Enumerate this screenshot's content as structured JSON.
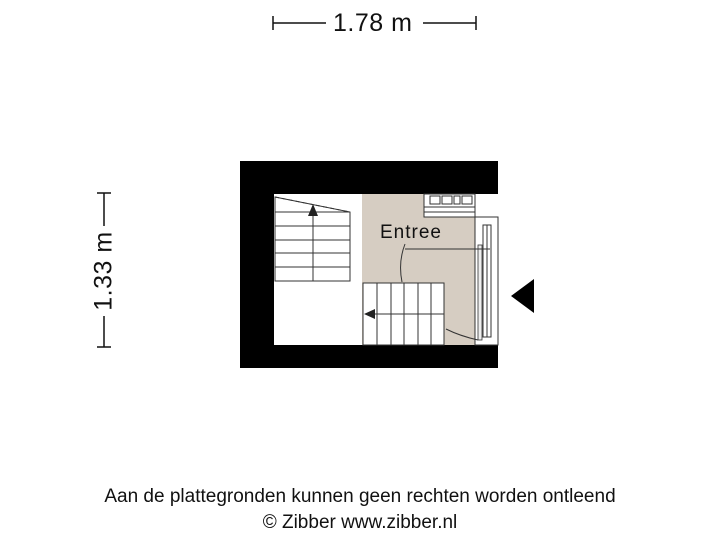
{
  "dimensions": {
    "width_label": "1.78 m",
    "height_label": "1.33 m"
  },
  "rooms": [
    {
      "label": "Entree"
    }
  ],
  "entrance_marker": {
    "icon": "entrance-arrow-icon"
  },
  "footer": {
    "disclaimer": "Aan de plattegronden kunnen geen rechten worden ontleend",
    "copyright": "© Zibber www.zibber.nl"
  },
  "colors": {
    "wall": "#000000",
    "entree_floor": "#d6cdc2",
    "background": "#ffffff"
  }
}
